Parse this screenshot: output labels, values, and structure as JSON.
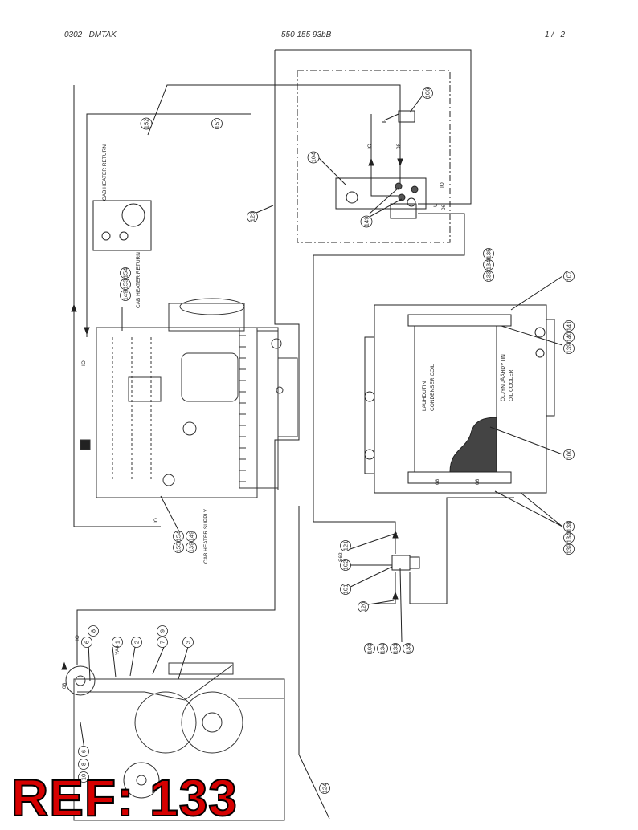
{
  "header": {
    "left": "0302   DMTAK",
    "center": "550 155 93bB",
    "right": "1 /   2"
  },
  "ref_stamp": "REF: 133",
  "colors": {
    "line": "#222222",
    "stamp": "#d60000"
  },
  "labels": {
    "cab_heater_return_1": "CAB HEATER RETURN",
    "cab_heater_return_2": "CAB HEATER RETURN",
    "cab_heater_supply": "CAB HEATER SUPPLY",
    "condenser_fi": "LAUHDUTIN",
    "condenser_en": "CONDENSER COIL",
    "oil_cooler_fi": "ÖLJYN JÄÄHDYTIN",
    "oil_cooler_en": "OIL COOLER",
    "ya4": "YA4",
    "s62": "S62",
    "port_io_1": "IO",
    "port_io_2": "IO",
    "port_io_3": "IO",
    "port_io_4": "IO",
    "port_io_5": "IO",
    "port_08_1": "08",
    "port_08_2": "08",
    "port_08_3": "08",
    "port_06_1": "06",
    "port_06_2": "06",
    "port_u": "U"
  },
  "callouts": {
    "c106": "106",
    "c152": "152",
    "c151": "151",
    "c104": "104",
    "c149": "149",
    "c123": "123",
    "c107": "107",
    "c101": "101",
    "c121": "121",
    "c102": "102",
    "c120": "120",
    "c124": "124",
    "c1": "1",
    "c2": "2",
    "c3": "3",
    "c6": "6",
    "c8": "8",
    "c7": "7",
    "c9": "9",
    "stack_135": [
      "133",
      "134",
      "135"
    ],
    "stack_141": [
      "139",
      "140",
      "141"
    ],
    "stack_138": [
      "139",
      "134",
      "138"
    ],
    "stack_154a": [
      "149",
      "153",
      "154"
    ],
    "stack_154b": [
      "155",
      "154"
    ],
    "stack_149b": [
      "139",
      "149"
    ],
    "stack_135b": [
      "103",
      "134",
      "133",
      "135"
    ],
    "stack_bottom": [
      "10",
      "8",
      "6"
    ],
    "c100": "100"
  }
}
